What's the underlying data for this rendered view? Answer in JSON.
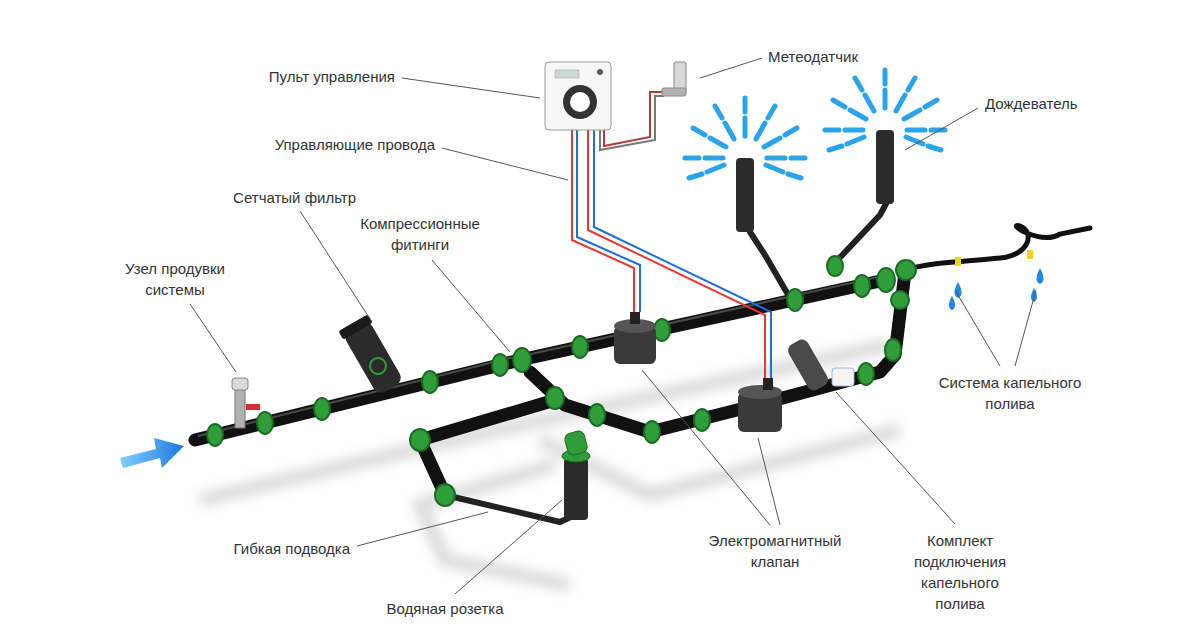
{
  "diagram": {
    "labels": [
      "Метеодатчик",
      "Пульт управления",
      "Дождеватель",
      "Управляющие провода",
      "Сетчатый фильтр",
      "Компрессионные фитинги",
      "Узел продувки системы",
      "Система капельного полива",
      "Электромагнитный клапан",
      "Комплект подключения капельного полива",
      "Гибкая подводка",
      "Водяная розетка"
    ]
  }
}
